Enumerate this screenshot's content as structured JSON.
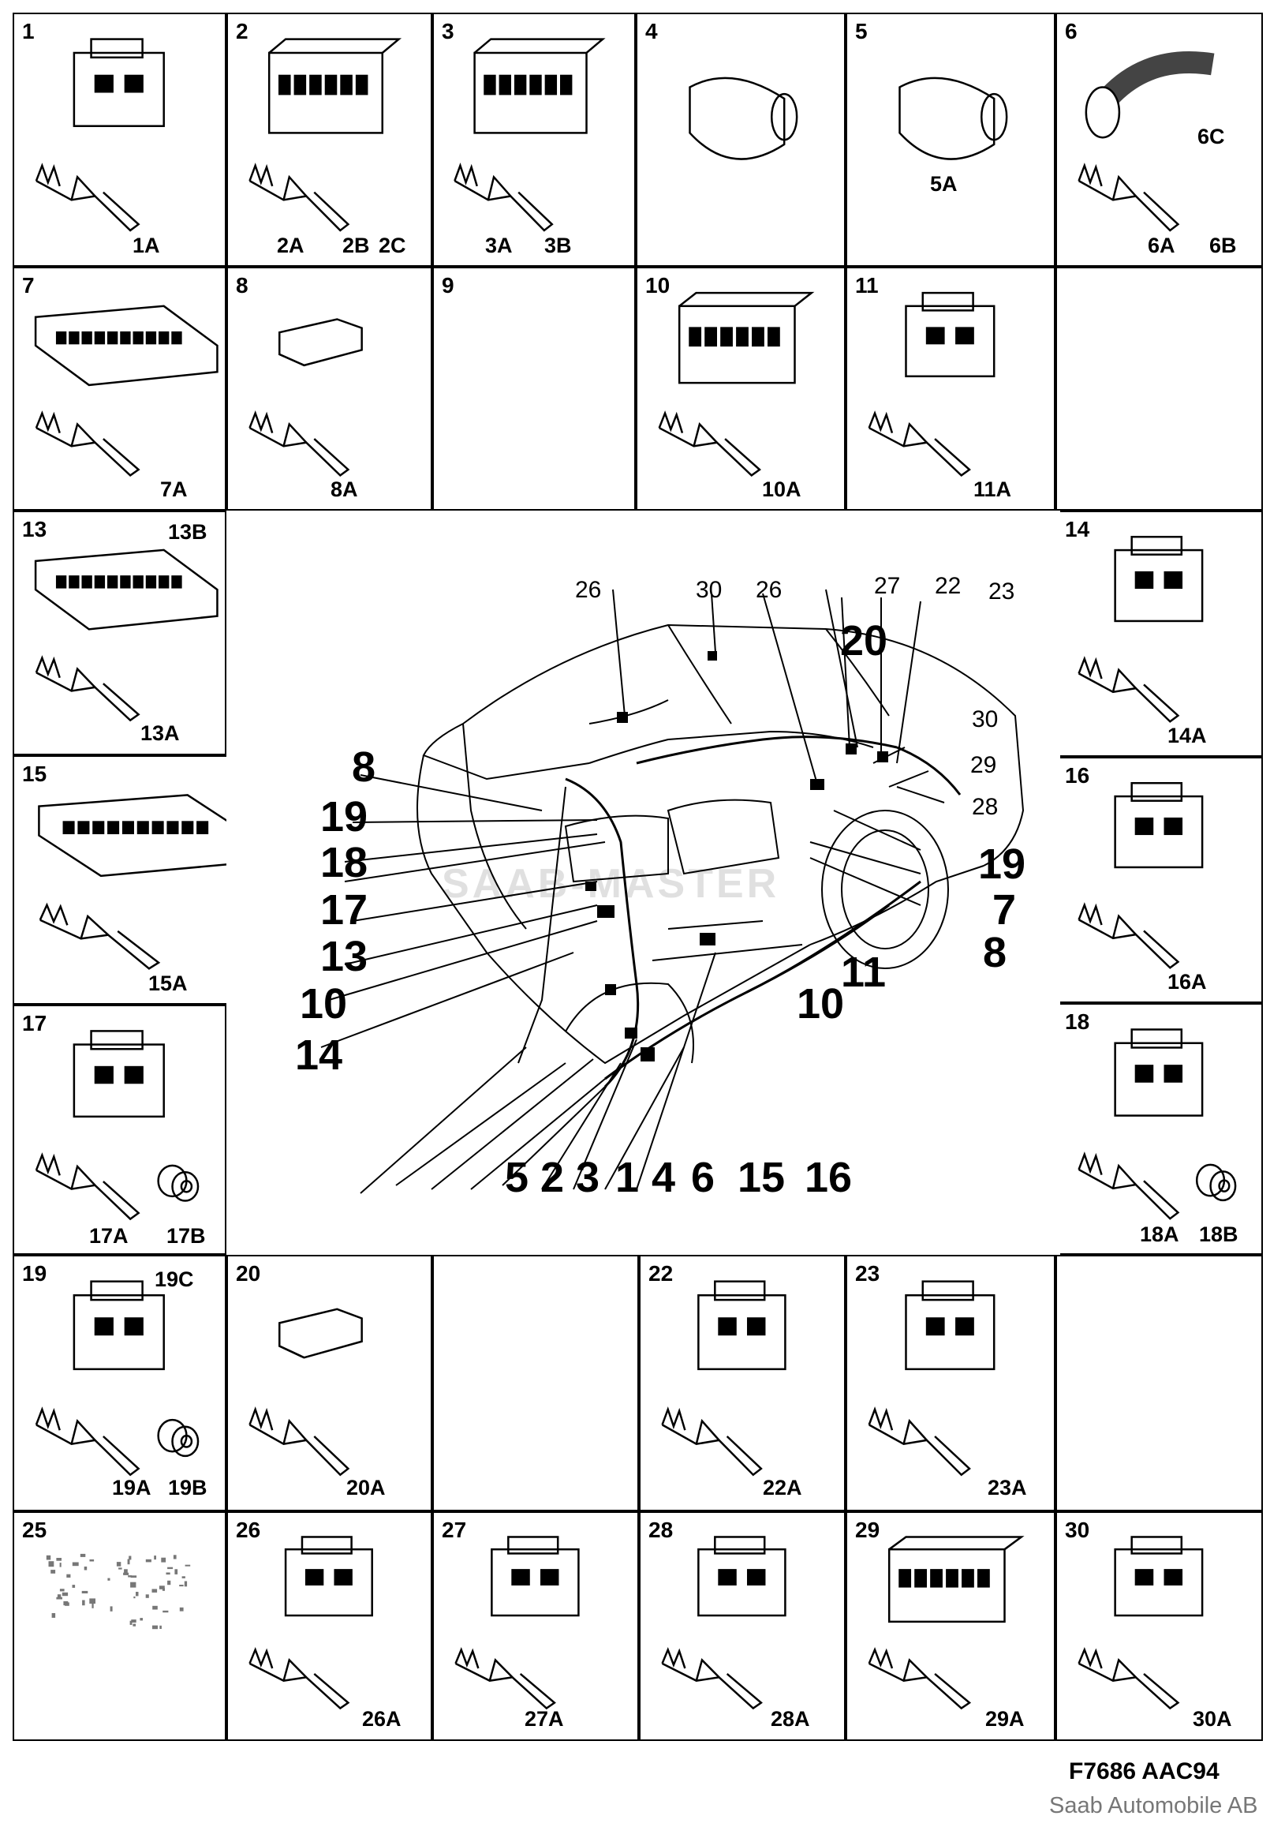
{
  "cells": [
    {
      "id": "c1",
      "num": "1",
      "subs": [
        "1A"
      ]
    },
    {
      "id": "c2",
      "num": "2",
      "subs": [
        "2A",
        "2B",
        "2C"
      ]
    },
    {
      "id": "c3",
      "num": "3",
      "subs": [
        "3A",
        "3B"
      ]
    },
    {
      "id": "c4",
      "num": "4",
      "subs": []
    },
    {
      "id": "c5",
      "num": "5",
      "subs": [
        "5A"
      ]
    },
    {
      "id": "c6",
      "num": "6",
      "subs": [
        "6C",
        "6A",
        "6B"
      ]
    },
    {
      "id": "c7",
      "num": "7",
      "subs": [
        "7A"
      ]
    },
    {
      "id": "c8",
      "num": "8",
      "subs": [
        "8A"
      ]
    },
    {
      "id": "c9",
      "num": "9",
      "subs": []
    },
    {
      "id": "c10",
      "num": "10",
      "subs": [
        "10A"
      ]
    },
    {
      "id": "c11",
      "num": "11",
      "subs": [
        "11A"
      ]
    },
    {
      "id": "c12",
      "num": "",
      "subs": []
    },
    {
      "id": "c13",
      "num": "13",
      "subs": [
        "13B",
        "13A"
      ]
    },
    {
      "id": "c14",
      "num": "14",
      "subs": [
        "14A"
      ]
    },
    {
      "id": "c15",
      "num": "15",
      "subs": [
        "15A"
      ]
    },
    {
      "id": "c16",
      "num": "16",
      "subs": [
        "16A"
      ]
    },
    {
      "id": "c17",
      "num": "17",
      "subs": [
        "17A",
        "17B"
      ]
    },
    {
      "id": "c18",
      "num": "18",
      "subs": [
        "18A",
        "18B"
      ]
    },
    {
      "id": "c19",
      "num": "19",
      "subs": [
        "19C",
        "19A",
        "19B"
      ]
    },
    {
      "id": "c20",
      "num": "20",
      "subs": [
        "20A"
      ]
    },
    {
      "id": "c21",
      "num": "",
      "subs": []
    },
    {
      "id": "c22",
      "num": "22",
      "subs": [
        "22A"
      ]
    },
    {
      "id": "c23",
      "num": "23",
      "subs": [
        "23A"
      ]
    },
    {
      "id": "c24",
      "num": "",
      "subs": []
    },
    {
      "id": "c25",
      "num": "25",
      "subs": []
    },
    {
      "id": "c26",
      "num": "26",
      "subs": [
        "26A"
      ]
    },
    {
      "id": "c27",
      "num": "27",
      "subs": [
        "27A"
      ]
    },
    {
      "id": "c28",
      "num": "28",
      "subs": [
        "28A"
      ]
    },
    {
      "id": "c29",
      "num": "29",
      "subs": [
        "29A"
      ]
    },
    {
      "id": "c30",
      "num": "30",
      "subs": [
        "30A"
      ]
    }
  ],
  "center": {
    "callouts_large": [
      "8",
      "19",
      "18",
      "17",
      "13",
      "10",
      "14",
      "5",
      "2",
      "3",
      "1",
      "4",
      "6",
      "15",
      "16",
      "20",
      "19",
      "7",
      "8",
      "11",
      "10"
    ],
    "callouts_small": [
      "26",
      "30",
      "26",
      "27",
      "22",
      "23",
      "30",
      "29",
      "28"
    ],
    "watermark": "SAAB-MASTER"
  },
  "footer": {
    "figure_code": "F7686 AAC94",
    "credit": "Saab Automobile AB"
  }
}
